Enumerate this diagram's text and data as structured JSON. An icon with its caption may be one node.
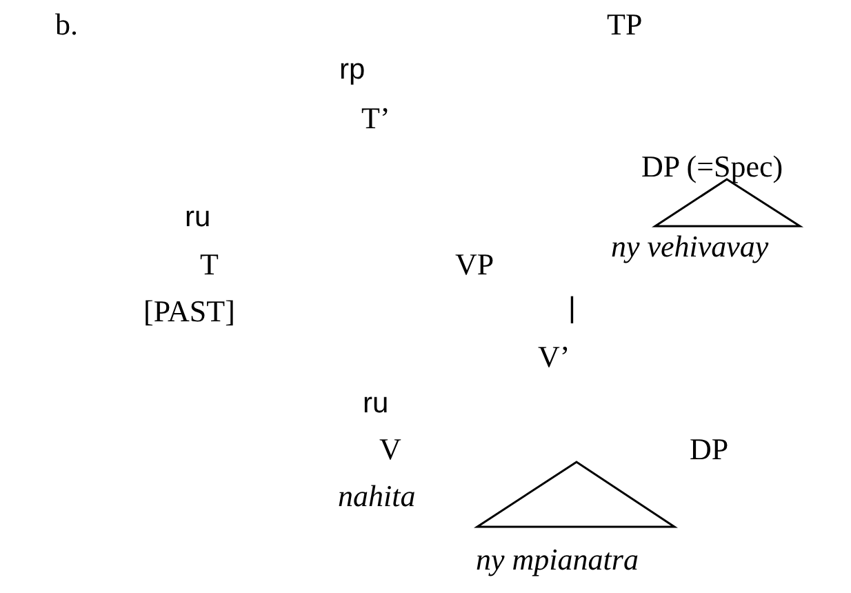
{
  "diagram": {
    "labels": [
      "b.",
      "TP",
      "rp",
      "T’",
      "DP (=Spec)",
      "ru",
      "T",
      "VP",
      "ny vehivavay",
      "[PAST]",
      "|",
      "V’",
      "ru",
      "V",
      "DP",
      "nahita",
      "ny mpianatra"
    ]
  }
}
